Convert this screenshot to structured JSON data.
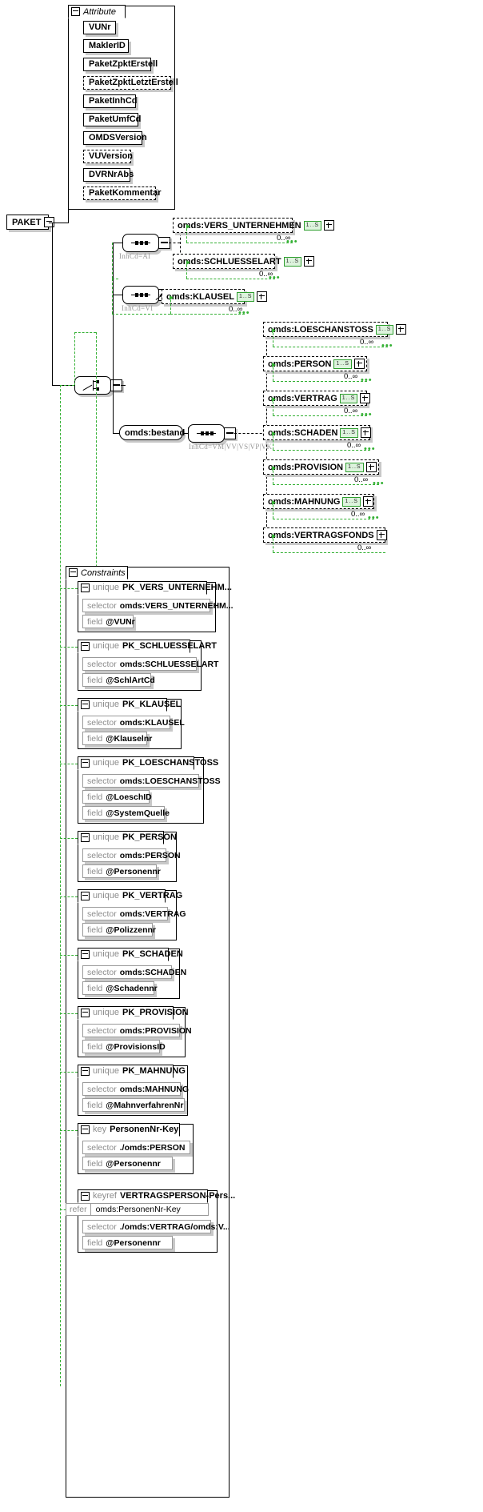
{
  "diagram": {
    "type": "xsd-schema-diagram",
    "root_element": {
      "name": "PAKET",
      "toggle": "collapse"
    },
    "attribute_group": {
      "title": "Attribute",
      "toggle": "collapse",
      "attributes": [
        {
          "name": "VUNr",
          "optional": false
        },
        {
          "name": "MaklerID",
          "optional": false
        },
        {
          "name": "PaketZpktErstell",
          "optional": false
        },
        {
          "name": "PaketZpktLetztErstell",
          "optional": true
        },
        {
          "name": "PaketInhCd",
          "optional": false
        },
        {
          "name": "PaketUmfCd",
          "optional": false
        },
        {
          "name": "OMDSVersion",
          "optional": false
        },
        {
          "name": "VUVersion",
          "optional": true
        },
        {
          "name": "DVRNrAbs",
          "optional": false
        },
        {
          "name": "PaketKommentar",
          "optional": true
        }
      ]
    },
    "compositors": {
      "choice_root": {
        "kind": "choice",
        "label": ""
      },
      "seq_ai": {
        "kind": "sequence",
        "label": "InhCd=AI"
      },
      "seq_vi": {
        "kind": "sequence",
        "label": "InhCd=VI"
      },
      "seq_bestand": {
        "kind": "sequence",
        "label": "InhCd=VM|VV|VS|VP|VK"
      }
    },
    "bestand_node": {
      "name": "omds:bestand",
      "toggle": "collapse"
    },
    "group_ai": [
      {
        "name": "omds:VERS_UNTERNEHMEN",
        "badge": "1..S",
        "cardinality": "0..∞"
      },
      {
        "name": "omds:SCHLUESSELART",
        "badge": "1..S",
        "cardinality": "0..∞"
      }
    ],
    "group_vi": [
      {
        "name": "omds:KLAUSEL",
        "badge": "1..S",
        "cardinality": "0..∞"
      }
    ],
    "group_bestand": [
      {
        "name": "omds:LOESCHANSTOSS",
        "badge": "1..S",
        "cardinality": "0..∞"
      },
      {
        "name": "omds:PERSON",
        "badge": "1..S",
        "cardinality": "0..∞"
      },
      {
        "name": "omds:VERTRAG",
        "badge": "1..S",
        "cardinality": "0..∞"
      },
      {
        "name": "omds:SCHADEN",
        "badge": "1..S",
        "cardinality": "0..∞"
      },
      {
        "name": "omds:PROVISION",
        "badge": "1..S",
        "cardinality": "0..∞"
      },
      {
        "name": "omds:MAHNUNG",
        "badge": "1..S",
        "cardinality": "0..∞"
      },
      {
        "name": "omds:VERTRAGSFONDS",
        "badge": "",
        "cardinality": "0..∞"
      }
    ],
    "constraints_group": {
      "title": "Constraints",
      "toggle": "collapse",
      "items": [
        {
          "kind": "unique",
          "name": "PK_VERS_UNTERNEHM...",
          "rows": [
            {
              "k": "selector",
              "v": "omds:VERS_UNTERNEHM..."
            },
            {
              "k": "field",
              "v": "@VUNr"
            }
          ]
        },
        {
          "kind": "unique",
          "name": "PK_SCHLUESSELART",
          "rows": [
            {
              "k": "selector",
              "v": "omds:SCHLUESSELART"
            },
            {
              "k": "field",
              "v": "@SchlArtCd"
            }
          ]
        },
        {
          "kind": "unique",
          "name": "PK_KLAUSEL",
          "rows": [
            {
              "k": "selector",
              "v": "omds:KLAUSEL"
            },
            {
              "k": "field",
              "v": "@Klauselnr"
            }
          ]
        },
        {
          "kind": "unique",
          "name": "PK_LOESCHANSTOSS",
          "rows": [
            {
              "k": "selector",
              "v": "omds:LOESCHANSTOSS"
            },
            {
              "k": "field",
              "v": "@LoeschID"
            },
            {
              "k": "field",
              "v": "@SystemQuelle"
            }
          ]
        },
        {
          "kind": "unique",
          "name": "PK_PERSON",
          "rows": [
            {
              "k": "selector",
              "v": "omds:PERSON"
            },
            {
              "k": "field",
              "v": "@Personennr"
            }
          ]
        },
        {
          "kind": "unique",
          "name": "PK_VERTRAG",
          "rows": [
            {
              "k": "selector",
              "v": "omds:VERTRAG"
            },
            {
              "k": "field",
              "v": "@Polizzennr"
            }
          ]
        },
        {
          "kind": "unique",
          "name": "PK_SCHADEN",
          "rows": [
            {
              "k": "selector",
              "v": "omds:SCHADEN"
            },
            {
              "k": "field",
              "v": "@Schadennr"
            }
          ]
        },
        {
          "kind": "unique",
          "name": "PK_PROVISION",
          "rows": [
            {
              "k": "selector",
              "v": "omds:PROVISION"
            },
            {
              "k": "field",
              "v": "@ProvisionsID"
            }
          ]
        },
        {
          "kind": "unique",
          "name": "PK_MAHNUNG",
          "rows": [
            {
              "k": "selector",
              "v": "omds:MAHNUNG"
            },
            {
              "k": "field",
              "v": "@MahnverfahrenNr"
            }
          ]
        },
        {
          "kind": "key",
          "name": "PersonenNr-Key",
          "rows": [
            {
              "k": "selector",
              "v": "./omds:PERSON"
            },
            {
              "k": "field",
              "v": "@Personennr"
            }
          ]
        },
        {
          "kind": "keyref",
          "name": "VERTRAGSPERSON-Pers...",
          "refer_label": "refer",
          "refer_value": "omds:PersonenNr-Key",
          "rows": [
            {
              "k": "selector",
              "v": "./omds:VERTRAG/omds:V..."
            },
            {
              "k": "field",
              "v": "@Personennr"
            }
          ]
        }
      ]
    },
    "colors": {
      "green": "#33b033",
      "badge_border": "#2e9e2e",
      "badge_fill": "#ddf3dd",
      "shadow": "#c8c8c8",
      "gray_text": "#8c8c8c"
    }
  }
}
